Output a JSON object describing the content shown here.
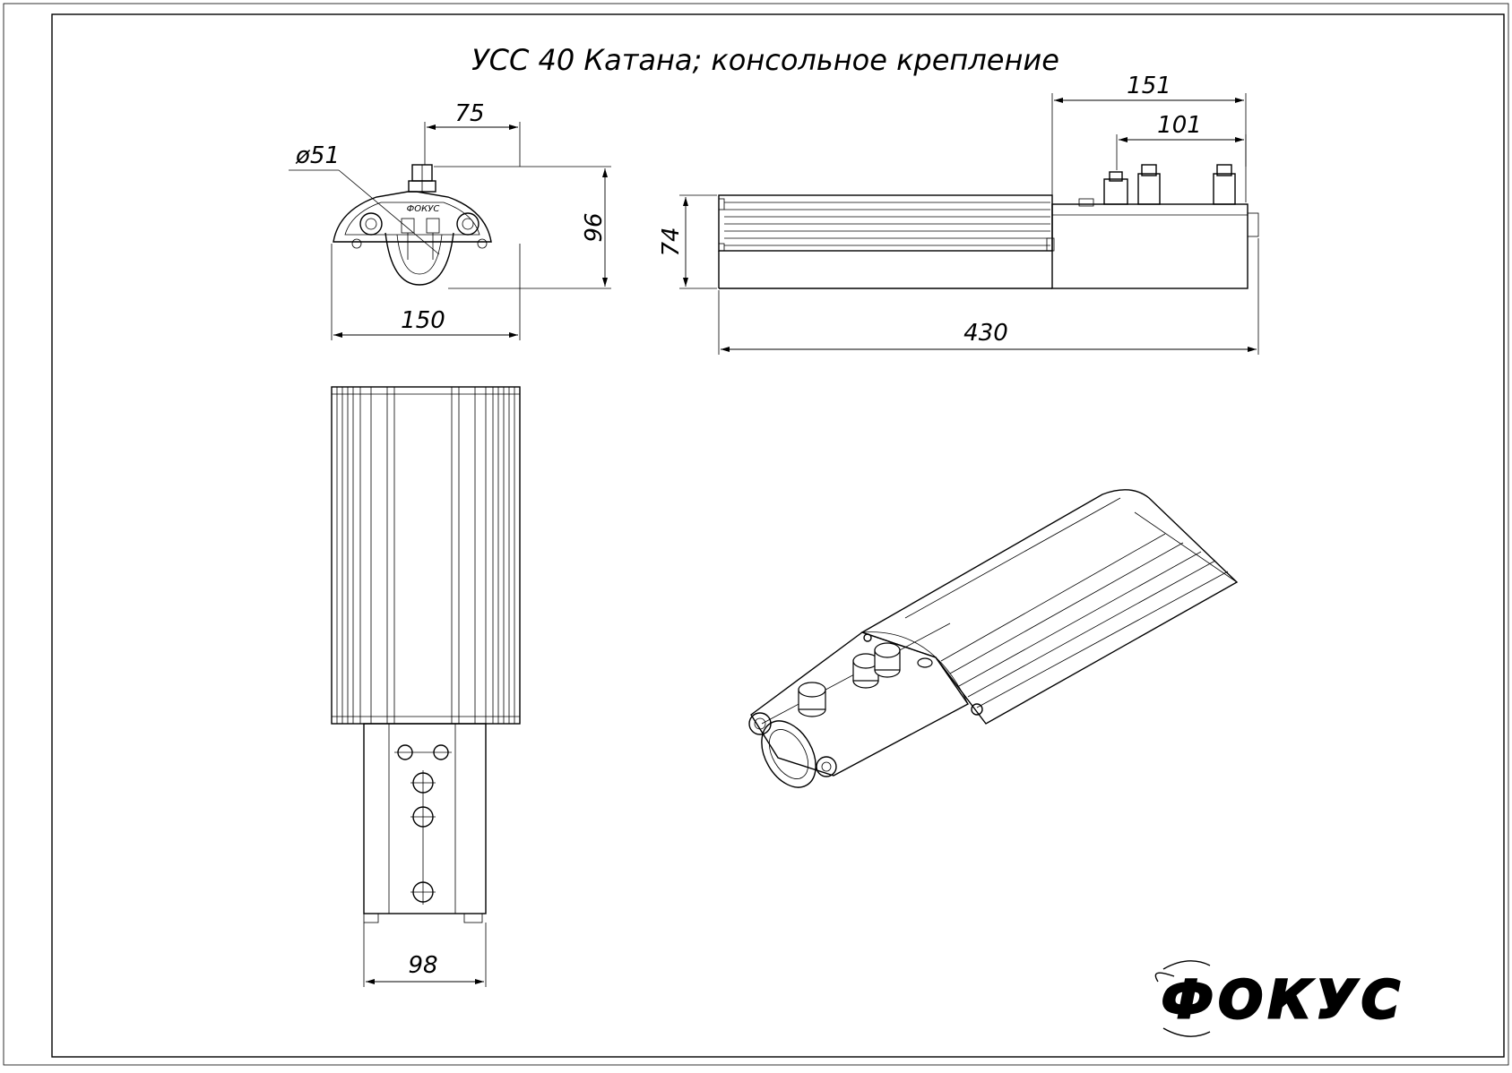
{
  "title": "УСС 40 Катана; консольное крепление",
  "dimensions": {
    "front_top": "75",
    "front_diameter": "ø51",
    "front_height": "96",
    "front_width": "150",
    "side_height": "74",
    "side_mount_total": "151",
    "side_mount_inner": "101",
    "side_length": "430",
    "top_bracket_width": "98"
  },
  "logo": {
    "text": "ФОКУС"
  }
}
